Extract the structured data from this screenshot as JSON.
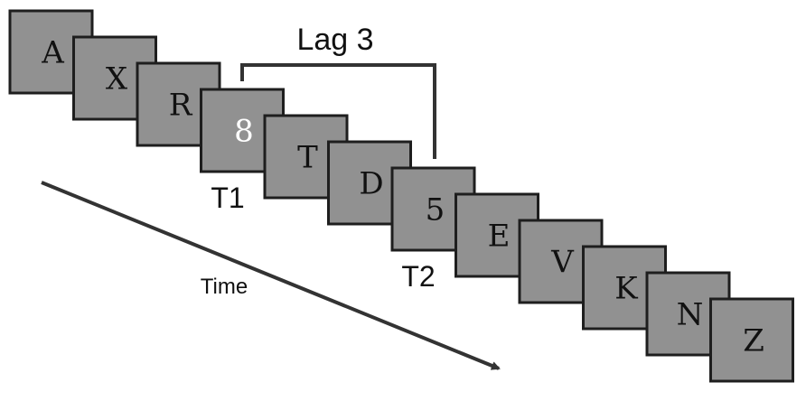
{
  "rsvp_stream": {
    "frames": [
      {
        "letter": "A"
      },
      {
        "letter": "X"
      },
      {
        "letter": "R"
      },
      {
        "letter": "8",
        "role": "T1"
      },
      {
        "letter": "T"
      },
      {
        "letter": "D"
      },
      {
        "letter": "5",
        "role": "T2"
      },
      {
        "letter": "E"
      },
      {
        "letter": "V"
      },
      {
        "letter": "K"
      },
      {
        "letter": "N"
      },
      {
        "letter": "Z"
      }
    ]
  },
  "labels": {
    "lag": "Lag 3",
    "t1": "T1",
    "t2": "T2",
    "time": "Time"
  },
  "colors": {
    "frame_fill": "#919191",
    "frame_border": "#1e1e1e",
    "target1_text": "#ffffff",
    "text": "#111111"
  }
}
